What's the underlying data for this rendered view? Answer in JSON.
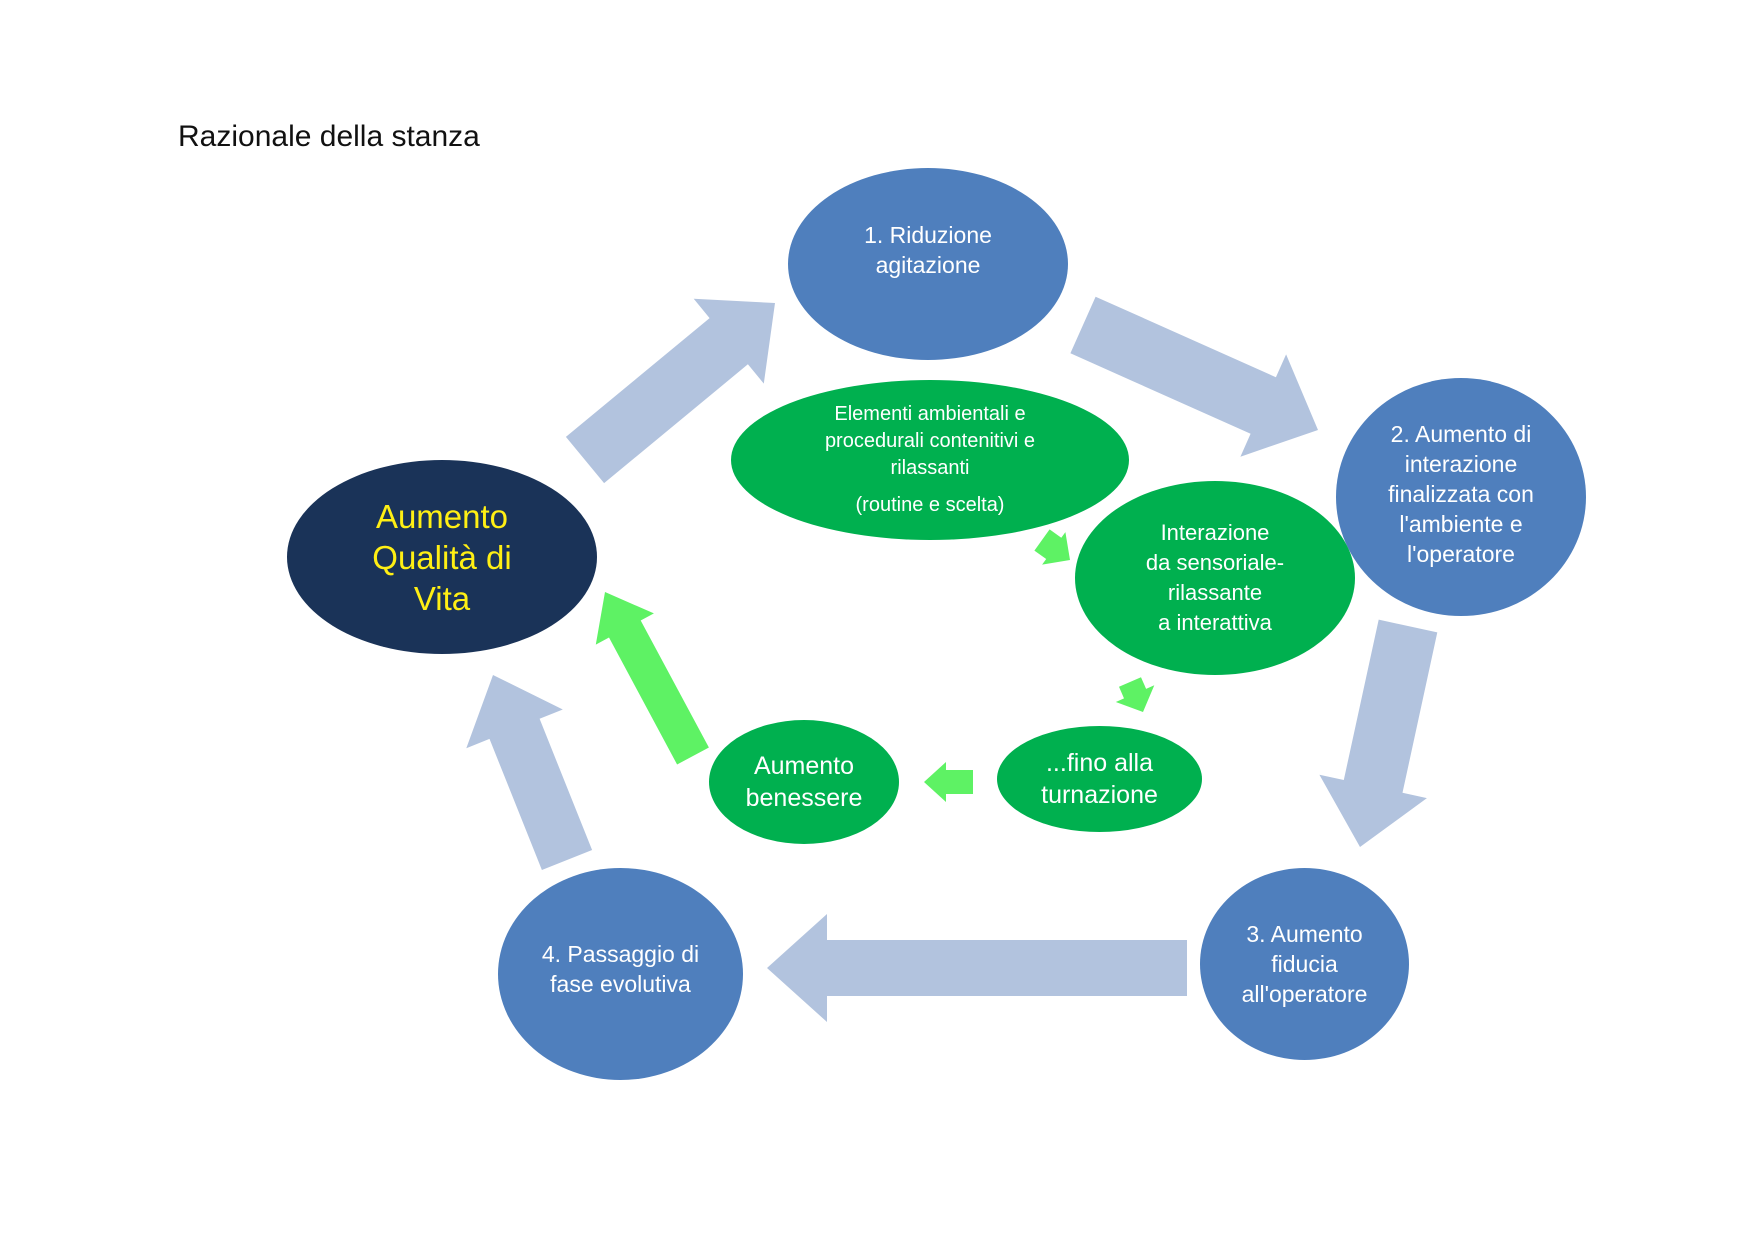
{
  "title": "Razionale della stanza",
  "colors": {
    "cycle_node": "#4f7fbd",
    "center_node": "#1a3358",
    "center_text": "#ffef14",
    "inner_node": "#00b04f",
    "cycle_arrow": "#b2c3de",
    "inner_arrow": "#5ef264"
  },
  "center": {
    "label": "Aumento\nQualità di\nVita"
  },
  "cycle": {
    "step1": "1. Riduzione\nagitazione",
    "step2": "2. Aumento di\ninterazione\nfinalizzata con\nl'ambiente e\nl'operatore",
    "step3": "3. Aumento\nfiducia\nall'operatore",
    "step4": "4. Passaggio di\nfase evolutiva"
  },
  "inner": {
    "elementi": "Elementi ambientali e\nprocedurali contenitivi e\nrilassanti",
    "elementi_note": "(routine e scelta)",
    "interazione": "Interazione\nda sensoriale-\nrilassante\na interattiva",
    "turnazione": "...fino alla\nturnazione",
    "benessere": "Aumento\nbenessere"
  }
}
